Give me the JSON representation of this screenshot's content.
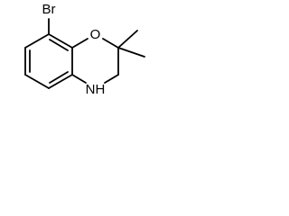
{
  "molecule": {
    "atoms": {
      "br": "Br",
      "o": "O",
      "nh": "NH"
    },
    "bond_color": "#000000"
  }
}
